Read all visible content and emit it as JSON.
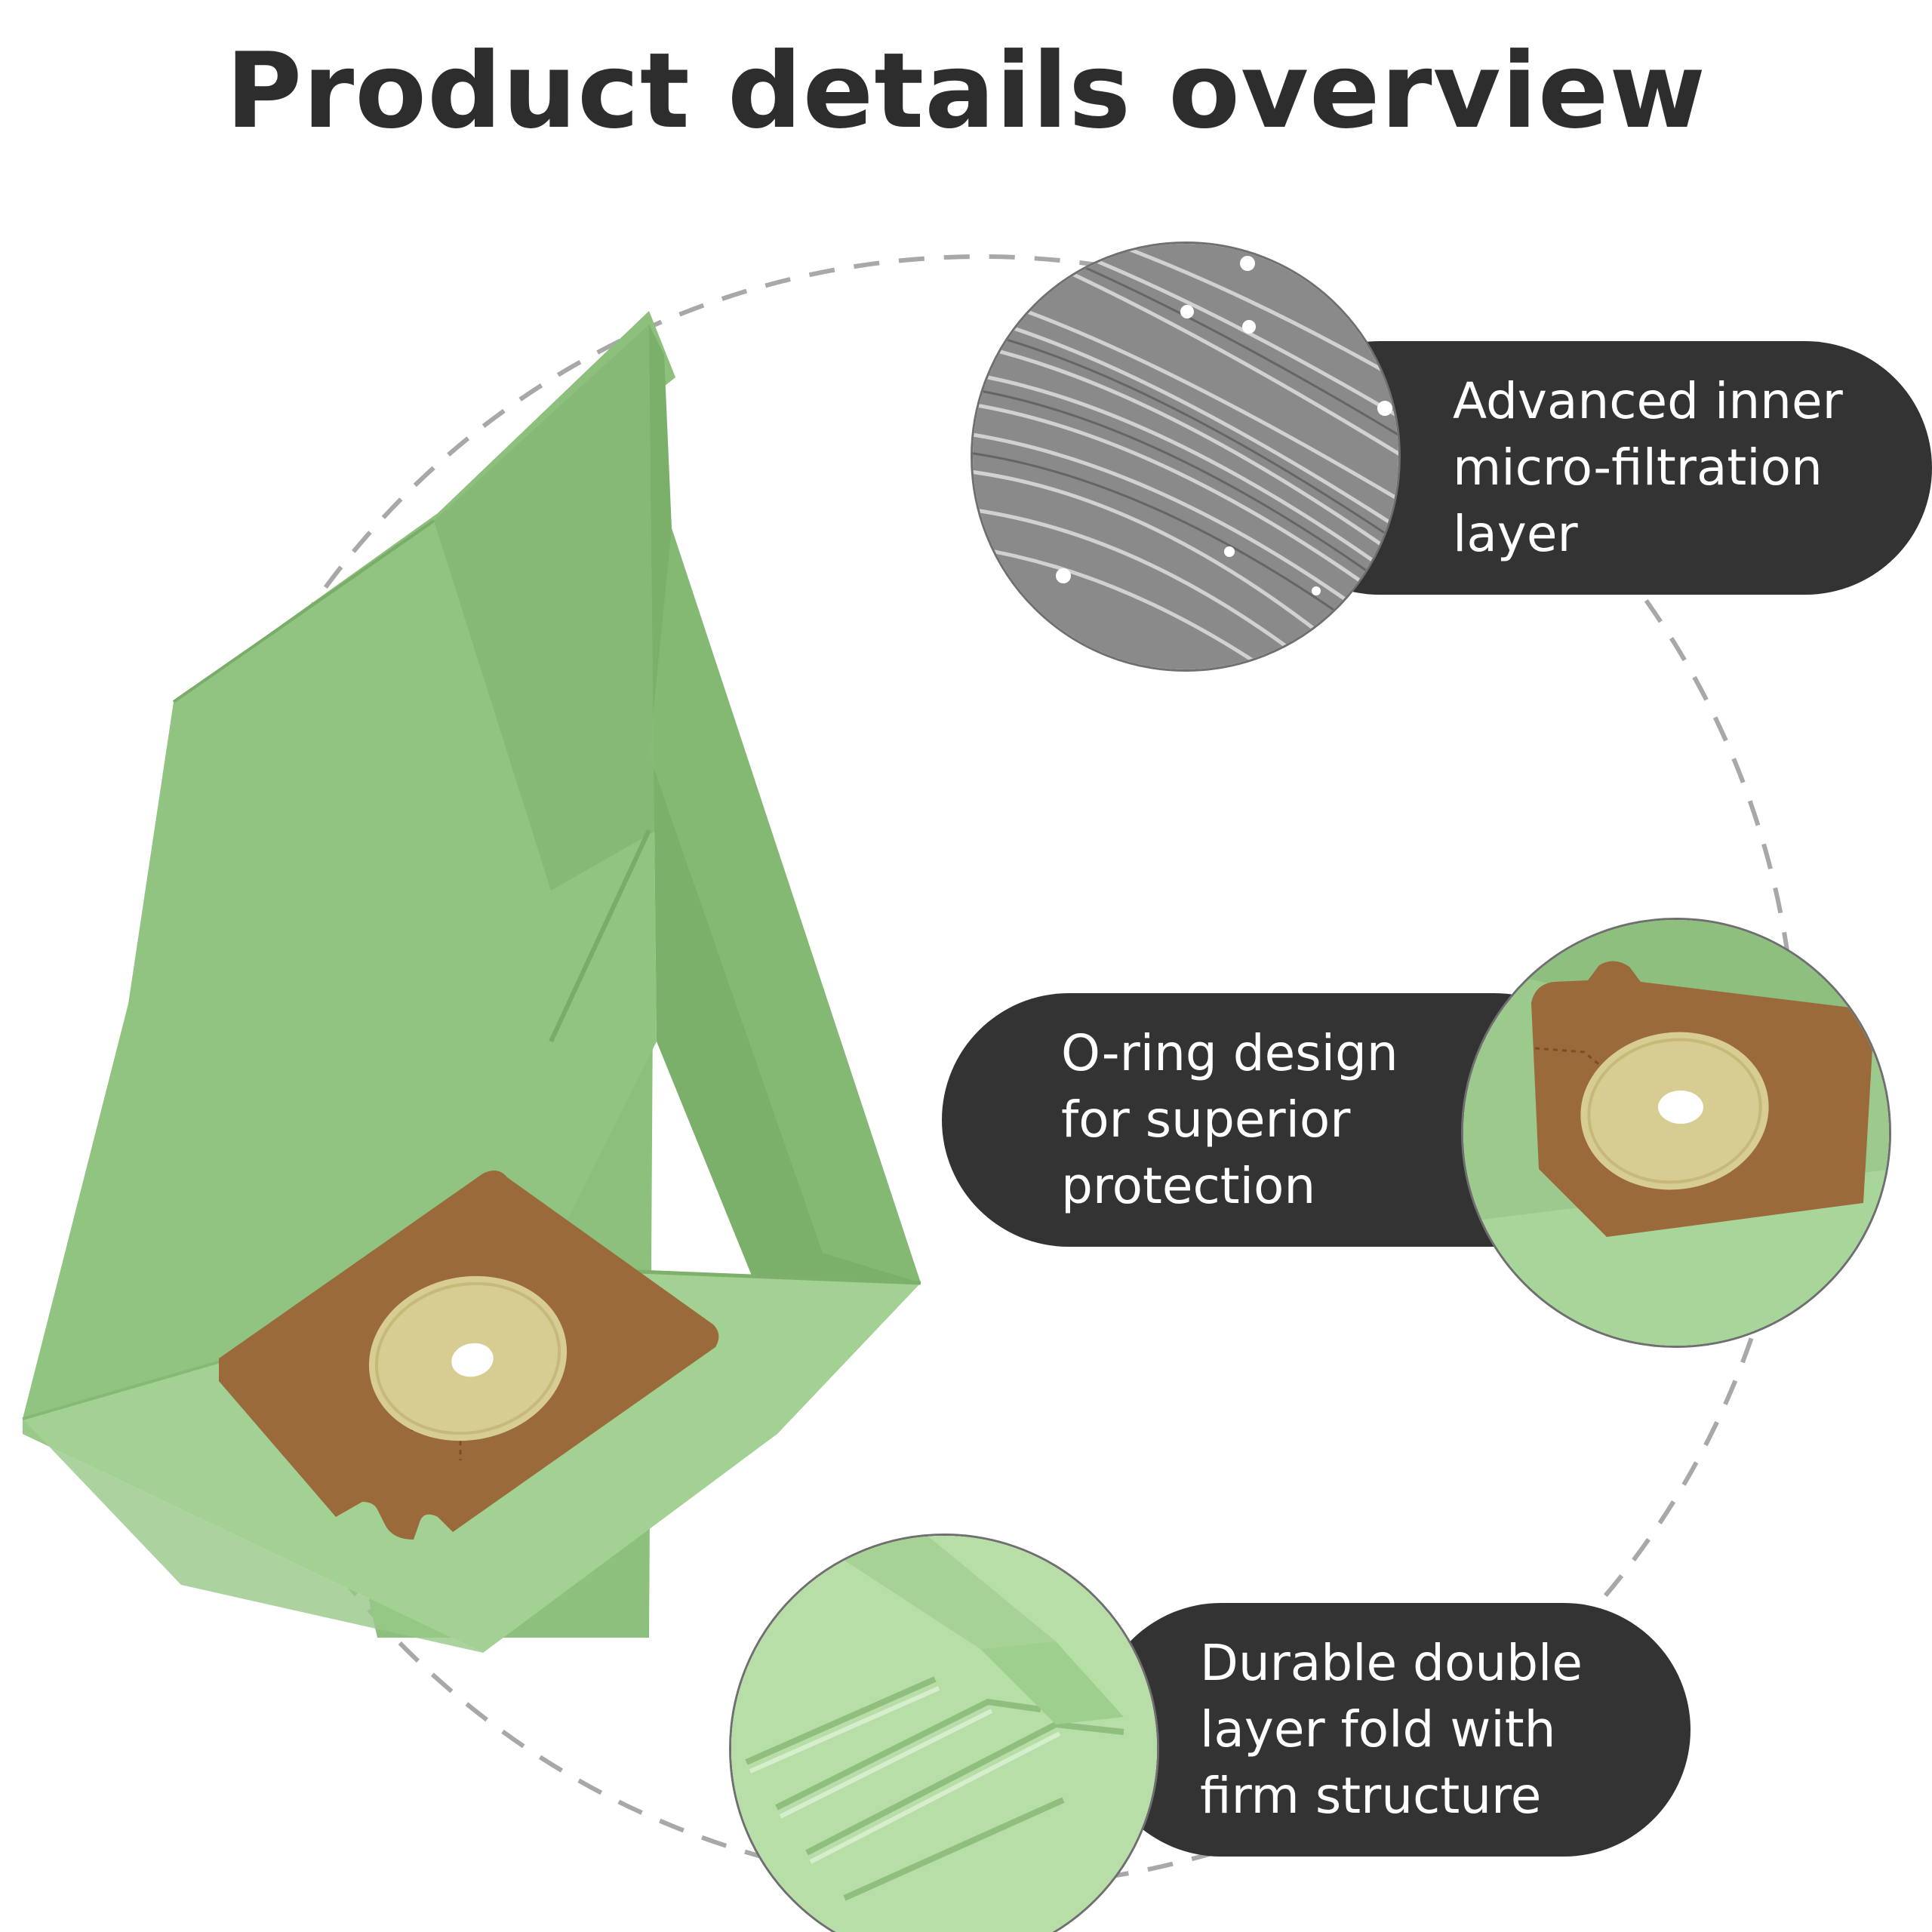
{
  "title": "Product details overview",
  "features": [
    {
      "lines": [
        "Advanced inner",
        "micro-filtration",
        "layer"
      ]
    },
    {
      "lines": [
        "O-ring design",
        "for superior",
        "protection"
      ]
    },
    {
      "lines": [
        "Durable double",
        "layer fold with",
        "firm structure"
      ]
    }
  ],
  "colors": {
    "pill_background": "#333333",
    "pill_text": "#ffffff",
    "title_text": "#2d2d2d",
    "bag_green": "#8fc27e",
    "collar_brown": "#9b6a3a",
    "ring_yellow": "#d8cc92"
  }
}
